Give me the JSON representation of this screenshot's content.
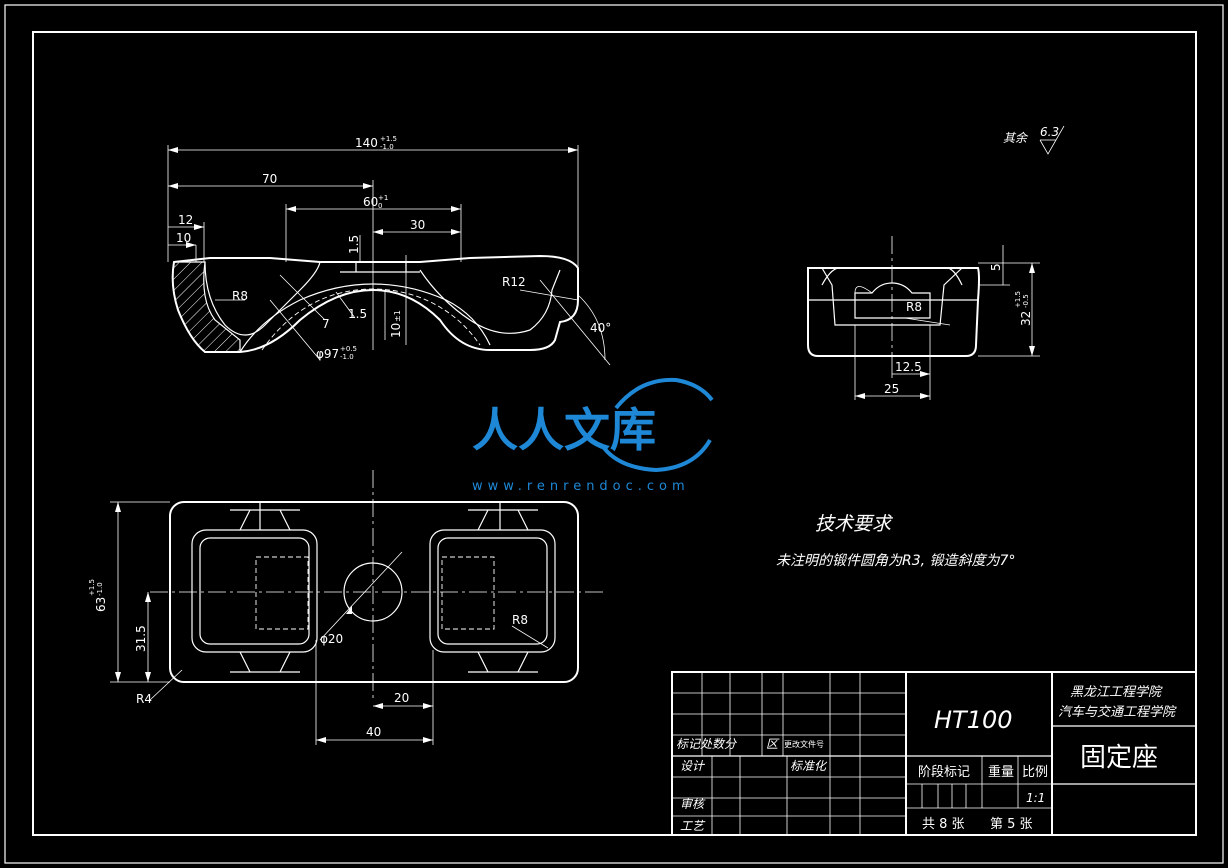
{
  "roughness": {
    "label": "其余",
    "value": "6.3"
  },
  "front_view": {
    "dim_overall": "140",
    "dim_overall_tol_top": "+1.5",
    "dim_overall_tol_bot": "-1.0",
    "dim_70": "70",
    "dim_60": "60",
    "dim_60_tol_top": "+1",
    "dim_60_tol_bot": "0",
    "dim_30": "30",
    "dim_12": "12",
    "dim_10": "10",
    "dim_1_5_top": "1.5",
    "dim_1_5_mid": "1.5",
    "dim_7": "7",
    "r8": "R8",
    "r12": "R12",
    "angle": "40°",
    "dim_10_vert": "10",
    "dim_10_vert_tol": "±1",
    "dia97": "φ97",
    "dia97_tol_top": "+0.5",
    "dia97_tol_bot": "-1.0"
  },
  "side_view": {
    "dim_5": "5",
    "dim_32": "32",
    "dim_32_tol_top": "+1.5",
    "dim_32_tol_bot": "-0.5",
    "r8": "R8",
    "dim_12_5": "12.5",
    "dim_25": "25"
  },
  "top_view": {
    "dim_63": "63",
    "dim_63_tol_top": "+1.5",
    "dim_63_tol_bot": "-1.0",
    "dim_31_5": "31.5",
    "r4": "R4",
    "dia20": "φ20",
    "r8": "R8",
    "dim_20": "20",
    "dim_40": "40"
  },
  "tech_req": {
    "title": "技术要求",
    "line1": "未注明的锻件圆角为R3, 锻造斜度为7°"
  },
  "watermark": {
    "text": "人人文库",
    "url": "www.renrendoc.com"
  },
  "title_block": {
    "material": "HT100",
    "school_line1": "黑龙江工程学院",
    "school_line2": "汽车与交通工程学院",
    "part_name": "固定座",
    "row_mark": "标记处数分",
    "row_mark_zone": "区",
    "row_mark_doc": "更改文件号",
    "design": "设计",
    "standard": "标准化",
    "review": "审核",
    "process": "工艺",
    "stage_mark": "阶段标记",
    "weight": "重量",
    "scale_label": "比例",
    "scale": "1:1",
    "sheets": "共 8 张",
    "sheet_no": "第 5 张"
  }
}
